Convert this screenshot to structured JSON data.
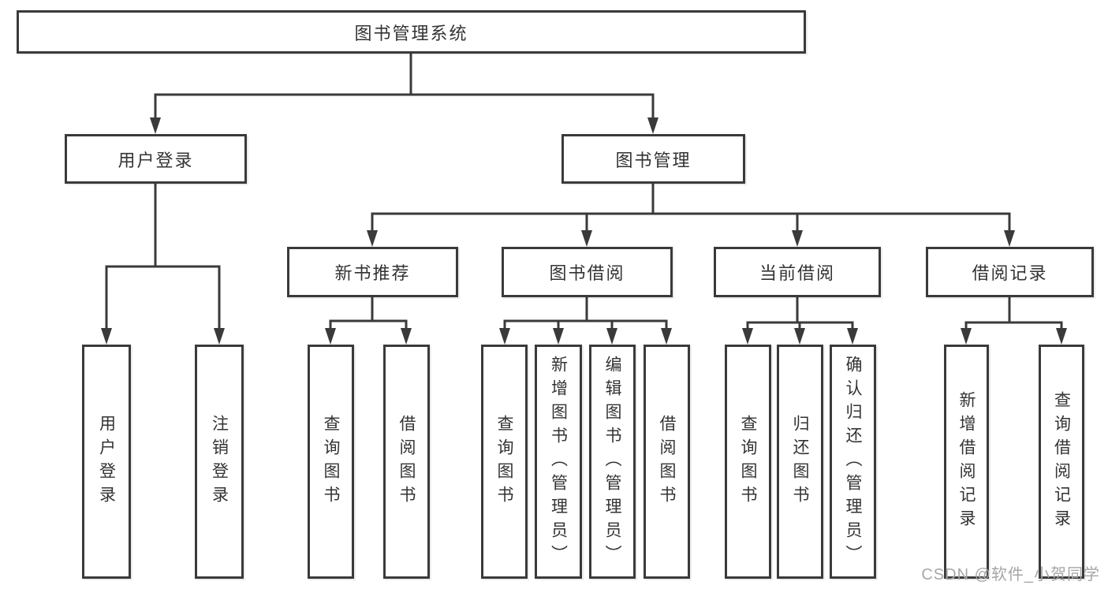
{
  "tree": {
    "root": {
      "label": "图书管理系统"
    },
    "branches": [
      {
        "label": "用户登录",
        "children": [
          {
            "label": "用户登录"
          },
          {
            "label": "注销登录"
          }
        ]
      },
      {
        "label": "图书管理",
        "children": [
          {
            "label": "新书推荐",
            "children": [
              {
                "label": "查询图书"
              },
              {
                "label": "借阅图书"
              }
            ]
          },
          {
            "label": "图书借阅",
            "children": [
              {
                "label": "查询图书"
              },
              {
                "label": "新增图书（管理员）"
              },
              {
                "label": "编辑图书（管理员）"
              },
              {
                "label": "借阅图书"
              }
            ]
          },
          {
            "label": "当前借阅",
            "children": [
              {
                "label": "查询图书"
              },
              {
                "label": "归还图书"
              },
              {
                "label": "确认归还（管理员）"
              }
            ]
          },
          {
            "label": "借阅记录",
            "children": [
              {
                "label": "新增借阅记录"
              },
              {
                "label": "查询借阅记录"
              }
            ]
          }
        ]
      }
    ]
  },
  "watermark": "CSDN @软件_小贺同学",
  "colors": {
    "line": "#3a3a3a",
    "text": "#333333",
    "watermark": "#a6a6a6",
    "background": "#ffffff"
  }
}
